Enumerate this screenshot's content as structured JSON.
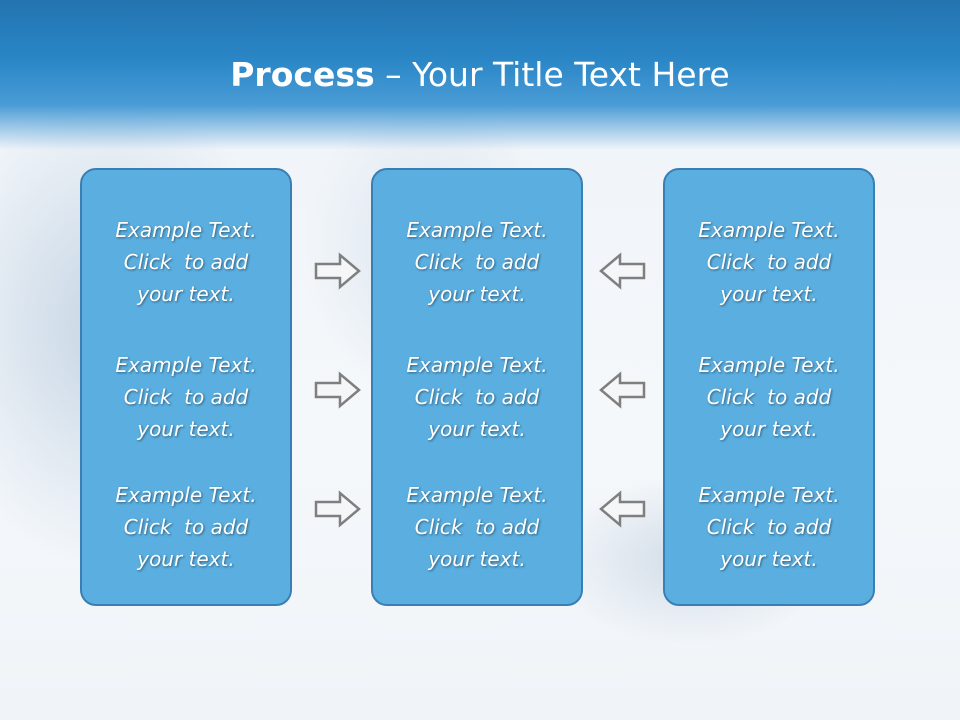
{
  "slide": {
    "title_bold": "Process",
    "title_sep": " – ",
    "title_rest": "Your Title Text Here"
  },
  "columns": [
    {
      "items": [
        {
          "line1": "Example Text.",
          "line2": "Click  to add",
          "line3": "your text."
        },
        {
          "line1": "Example Text.",
          "line2": "Click  to add",
          "line3": "your text."
        },
        {
          "line1": "Example Text.",
          "line2": "Click  to add",
          "line3": "your text."
        }
      ]
    },
    {
      "items": [
        {
          "line1": "Example Text.",
          "line2": "Click  to add",
          "line3": "your text."
        },
        {
          "line1": "Example Text.",
          "line2": "Click  to add",
          "line3": "your text."
        },
        {
          "line1": "Example Text.",
          "line2": "Click  to add",
          "line3": "your text."
        }
      ]
    },
    {
      "items": [
        {
          "line1": "Example Text.",
          "line2": "Click  to add",
          "line3": "your text."
        },
        {
          "line1": "Example Text.",
          "line2": "Click  to add",
          "line3": "your text."
        },
        {
          "line1": "Example Text.",
          "line2": "Click  to add",
          "line3": "your text."
        }
      ]
    }
  ],
  "arrows": {
    "left_group": "arrow-right-icon",
    "right_group": "arrow-left-icon"
  },
  "colors": {
    "header": "#2a86c6",
    "box_fill": "#5aaee0",
    "box_border": "#3a7fb3",
    "arrow_stroke": "#7f7f7f"
  }
}
